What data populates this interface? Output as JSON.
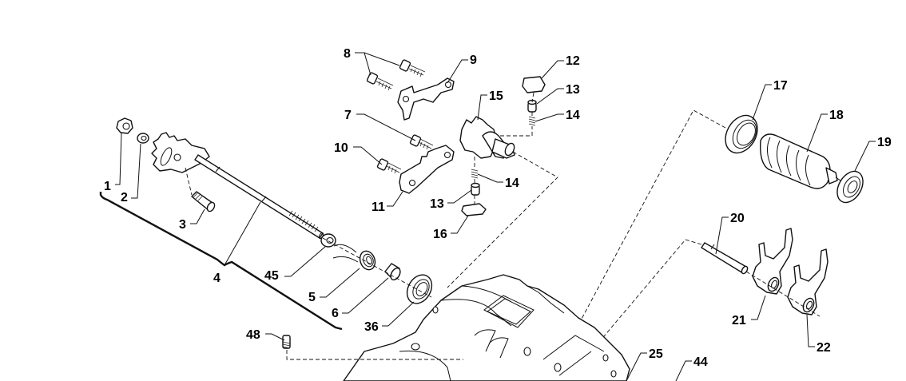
{
  "diagram": {
    "type": "exploded-parts-diagram",
    "subject": "gear selector assembly",
    "colors": {
      "line": "#111111",
      "background": "#ffffff",
      "label": "#000000"
    },
    "callouts": [
      {
        "id": "c1",
        "label": "1"
      },
      {
        "id": "c2",
        "label": "2"
      },
      {
        "id": "c3",
        "label": "3"
      },
      {
        "id": "c4",
        "label": "4"
      },
      {
        "id": "c45",
        "label": "45"
      },
      {
        "id": "c5",
        "label": "5"
      },
      {
        "id": "c6",
        "label": "6"
      },
      {
        "id": "c36",
        "label": "36"
      },
      {
        "id": "c48",
        "label": "48"
      },
      {
        "id": "c7",
        "label": "7"
      },
      {
        "id": "c8",
        "label": "8"
      },
      {
        "id": "c9",
        "label": "9"
      },
      {
        "id": "c10",
        "label": "10"
      },
      {
        "id": "c11",
        "label": "11"
      },
      {
        "id": "c12",
        "label": "12"
      },
      {
        "id": "c13a",
        "label": "13"
      },
      {
        "id": "c14a",
        "label": "14"
      },
      {
        "id": "c15",
        "label": "15"
      },
      {
        "id": "c14b",
        "label": "14"
      },
      {
        "id": "c13b",
        "label": "13"
      },
      {
        "id": "c16",
        "label": "16"
      },
      {
        "id": "c17",
        "label": "17"
      },
      {
        "id": "c18",
        "label": "18"
      },
      {
        "id": "c19",
        "label": "19"
      },
      {
        "id": "c20",
        "label": "20"
      },
      {
        "id": "c21",
        "label": "21"
      },
      {
        "id": "c22",
        "label": "22"
      },
      {
        "id": "c25",
        "label": "25"
      },
      {
        "id": "c44",
        "label": "44"
      }
    ]
  }
}
